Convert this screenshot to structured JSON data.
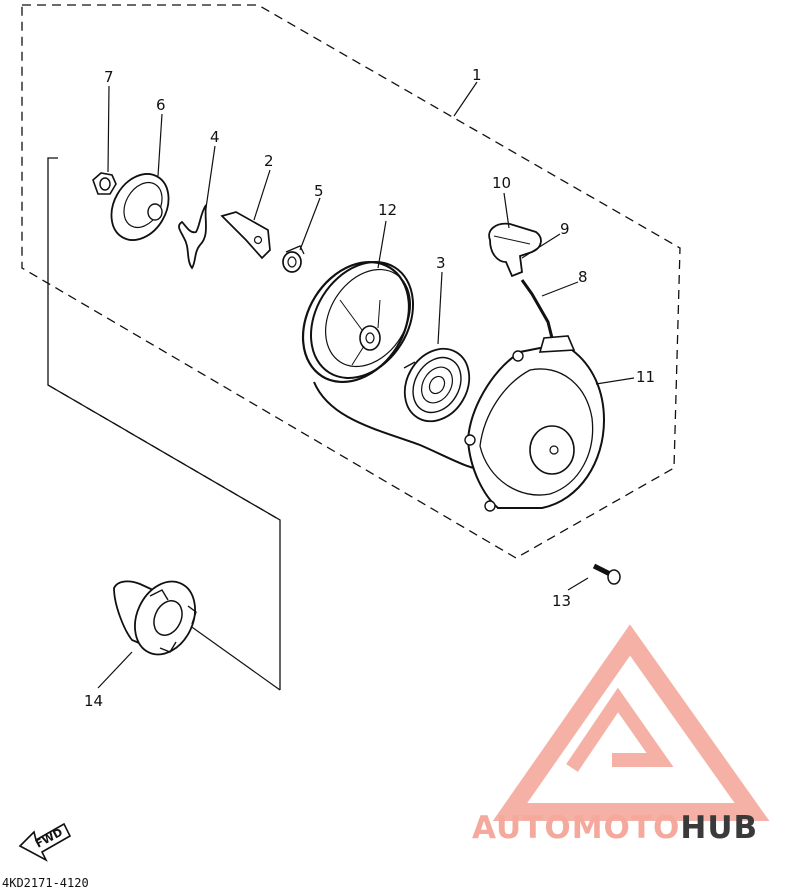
{
  "diagram": {
    "callouts": [
      "1",
      "2",
      "3",
      "4",
      "5",
      "6",
      "7",
      "8",
      "9",
      "10",
      "11",
      "12",
      "13",
      "14"
    ],
    "drawing_code": "4KD2171-4120",
    "fwd_label": "FWD"
  },
  "watermark": {
    "brand_part1": "AUTOMOTO",
    "brand_part2": "HUB",
    "colors": {
      "accent": "#f4a99c",
      "dark": "#3a3a3a",
      "ink": "#111111"
    }
  }
}
